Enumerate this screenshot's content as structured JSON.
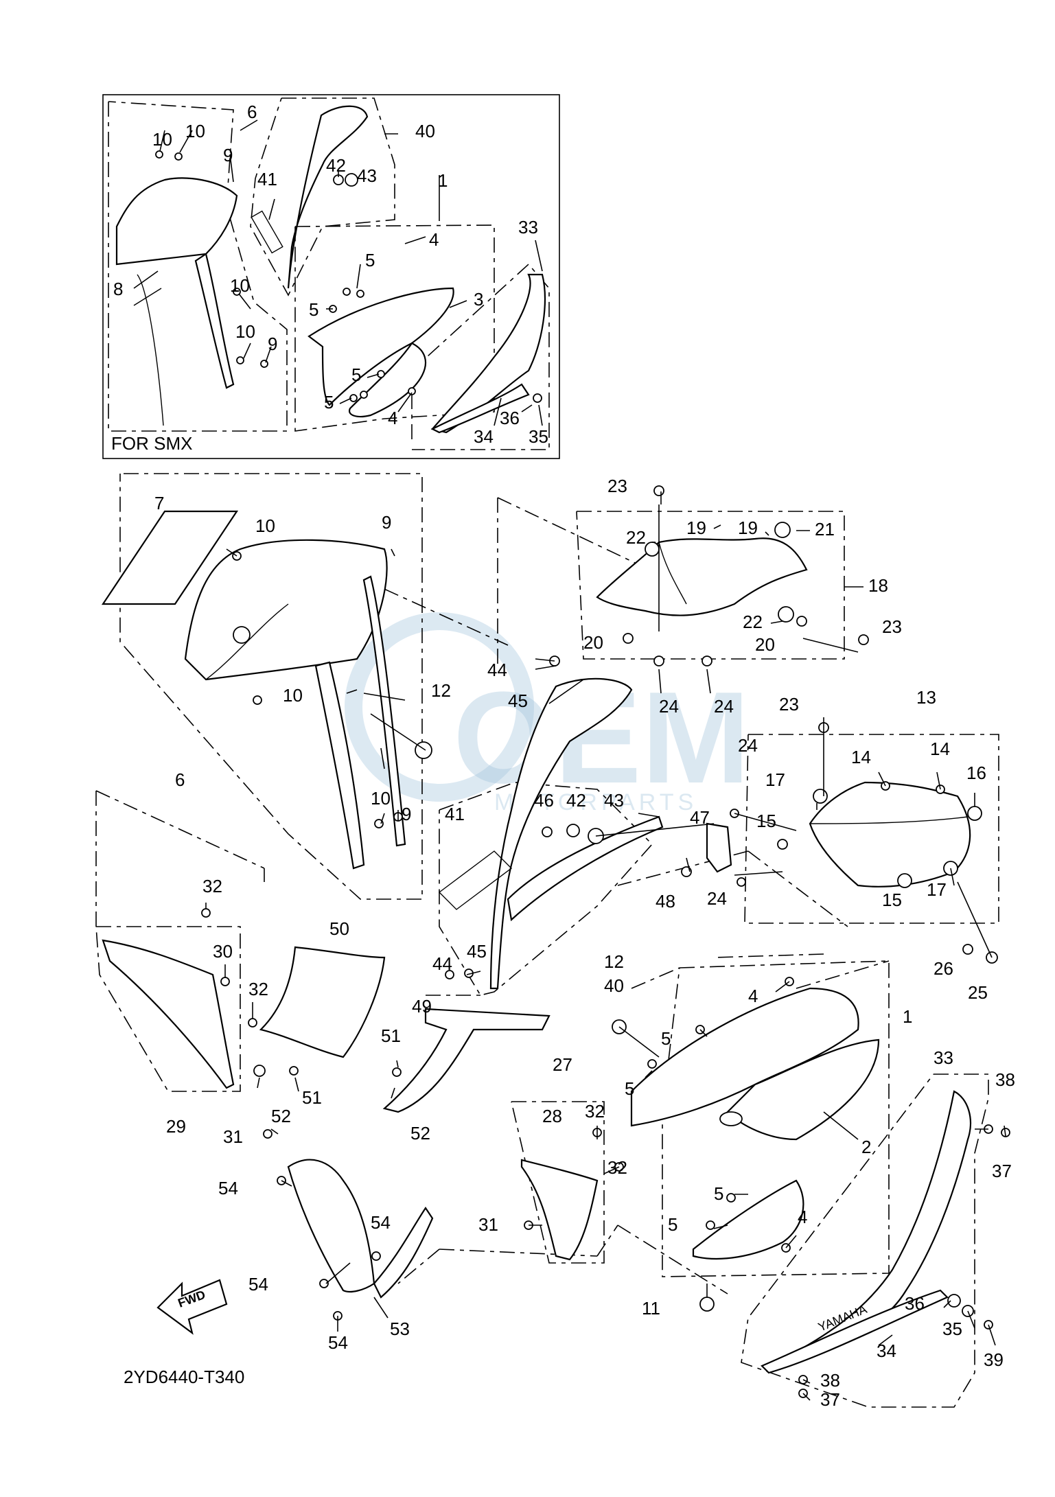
{
  "diagram": {
    "inset_caption": "FOR SMX",
    "part_code": "2YD6440-T340",
    "watermark_text": "OEM",
    "watermark_subtext": "MOTORPARTS",
    "fwd_label": "FWD",
    "brand_decal": "YAMAHA"
  },
  "callouts_inset": [
    "10",
    "10",
    "6",
    "40",
    "9",
    "41",
    "42",
    "43",
    "1",
    "33",
    "4",
    "5",
    "8",
    "10",
    "5",
    "3",
    "10",
    "9",
    "5",
    "5",
    "36",
    "4",
    "35",
    "34"
  ],
  "callouts_main": [
    "23",
    "22",
    "19",
    "19",
    "21",
    "18",
    "20",
    "22",
    "20",
    "23",
    "44",
    "45",
    "24",
    "24",
    "12",
    "23",
    "13",
    "24",
    "14",
    "14",
    "16",
    "17",
    "10",
    "10",
    "9",
    "7",
    "6",
    "41",
    "46",
    "42",
    "43",
    "47",
    "15",
    "17",
    "48",
    "24",
    "15",
    "10",
    "9",
    "32",
    "30",
    "32",
    "50",
    "44",
    "45",
    "26",
    "25",
    "40",
    "12",
    "4",
    "1",
    "49",
    "51",
    "5",
    "33",
    "38",
    "5",
    "27",
    "28",
    "32",
    "2",
    "29",
    "51",
    "52",
    "31",
    "52",
    "32",
    "37",
    "54",
    "5",
    "5",
    "54",
    "31",
    "4",
    "54",
    "11",
    "53",
    "54",
    "36",
    "35",
    "34",
    "38",
    "37",
    "39"
  ]
}
